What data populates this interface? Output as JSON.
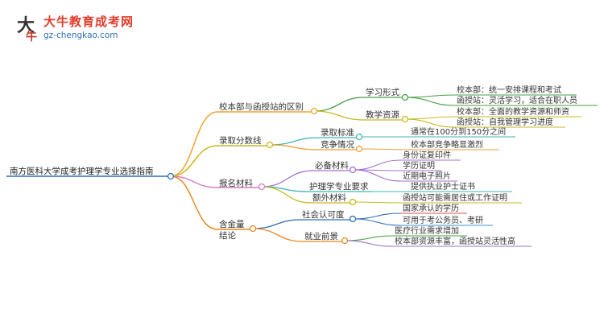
{
  "brand": {
    "mark": "大",
    "mark_sub": "牛",
    "title": "大牛教育成考网",
    "url": "gz-chengkao.com"
  },
  "colors": {
    "root": "#2c6eb5",
    "b1": "#f0a22f",
    "b1_sub1": "#46a046",
    "b1_sub2": "#c9b81e",
    "b2": "#c9b81e",
    "b2_sub1": "#3fb6b0",
    "b2_sub2": "#f0a22f",
    "b3": "#d67fbf",
    "b3_sub1": "#a070d0",
    "b3_sub2": "#3fb6b0",
    "b3_sub3": "#c9b81e",
    "b4": "#e8891f",
    "b4_sub1": "#2c6eb5",
    "b4_sub2": "#e8891f",
    "leaf_b4_1": "#d9534f",
    "leaf_b4_2": "#3f8fd2",
    "leaf_b4_3": "#46a046",
    "leaf_b4_4": "#a070d0"
  },
  "mindmap": {
    "root": "南方医科大学成考护理学专业选择指南",
    "branches": [
      {
        "label": "校本部与函授站的区别",
        "children": [
          {
            "label": "学习形式",
            "leaves": [
              "校本部：统一安排课程和考试",
              "函授站：灵活学习，适合在职人员"
            ]
          },
          {
            "label": "教学资源",
            "leaves": [
              "校本部：全面的教学资源和师资",
              "函授站：自我管理学习进度"
            ]
          }
        ]
      },
      {
        "label": "录取分数线",
        "children": [
          {
            "label": "录取标准",
            "leaves": [
              "通常在100分到150分之间"
            ]
          },
          {
            "label": "竞争情况",
            "leaves": [
              "校本部竞争略显激烈"
            ]
          }
        ]
      },
      {
        "label": "报名材料",
        "children": [
          {
            "label": "必备材料",
            "leaves": [
              "身份证复印件",
              "学历证明",
              "近期电子照片"
            ]
          },
          {
            "label": "护理学专业要求",
            "leaves": [
              "提供执业护士证书"
            ]
          },
          {
            "label": "额外材料",
            "leaves": [
              "函授站可能需居住或工作证明"
            ]
          }
        ]
      },
      {
        "label": "含金量",
        "label2": "结论",
        "children": [
          {
            "label": "社会认可度",
            "leaves": [
              "国家承认的学历",
              "可用于考公务员、考研"
            ]
          },
          {
            "label": "就业前景",
            "leaves": [
              "医疗行业需求增加",
              "校本部资源丰富，函授站灵活性高"
            ]
          }
        ]
      }
    ]
  }
}
